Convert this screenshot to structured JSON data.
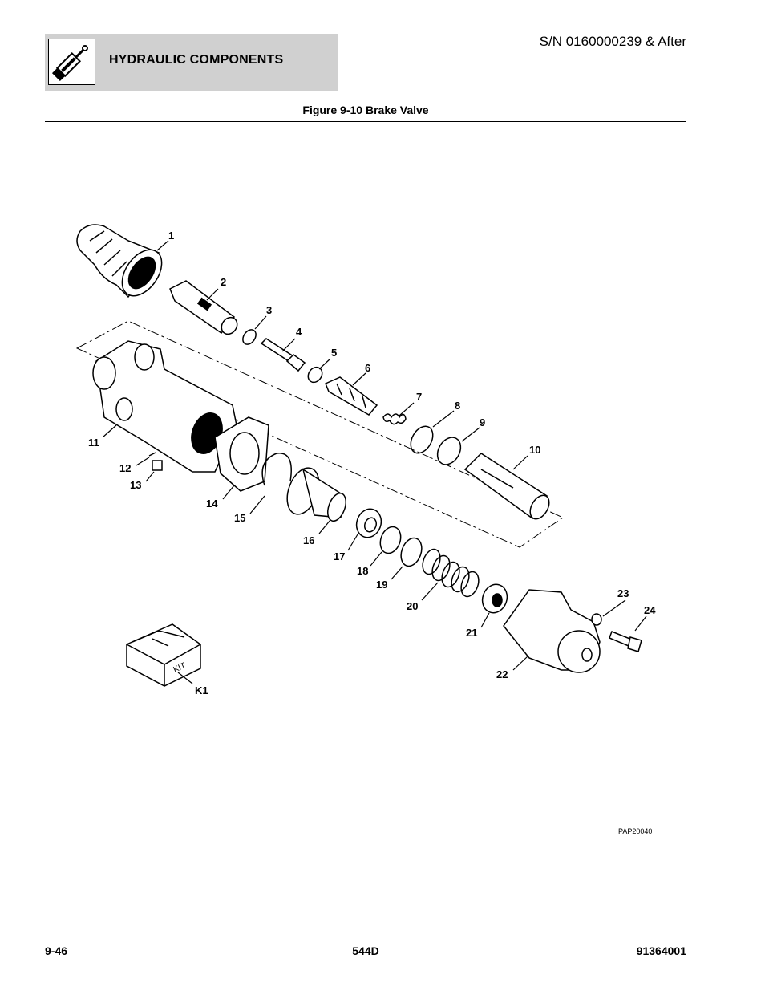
{
  "header": {
    "section_title": "HYDRAULIC COMPONENTS",
    "serial": "S/N 0160000239 & After",
    "icon": "hydraulic-cylinder-icon"
  },
  "figure": {
    "title": "Figure 9-10 Brake Valve",
    "part_code": "PAP20040",
    "callouts": [
      "1",
      "2",
      "3",
      "4",
      "5",
      "6",
      "7",
      "8",
      "9",
      "10",
      "11",
      "12",
      "13",
      "14",
      "15",
      "16",
      "17",
      "18",
      "19",
      "20",
      "21",
      "22",
      "23",
      "24",
      "K1"
    ],
    "kit_label": "KIT"
  },
  "footer": {
    "page_number": "9-46",
    "model": "544D",
    "doc_number": "91364001"
  }
}
